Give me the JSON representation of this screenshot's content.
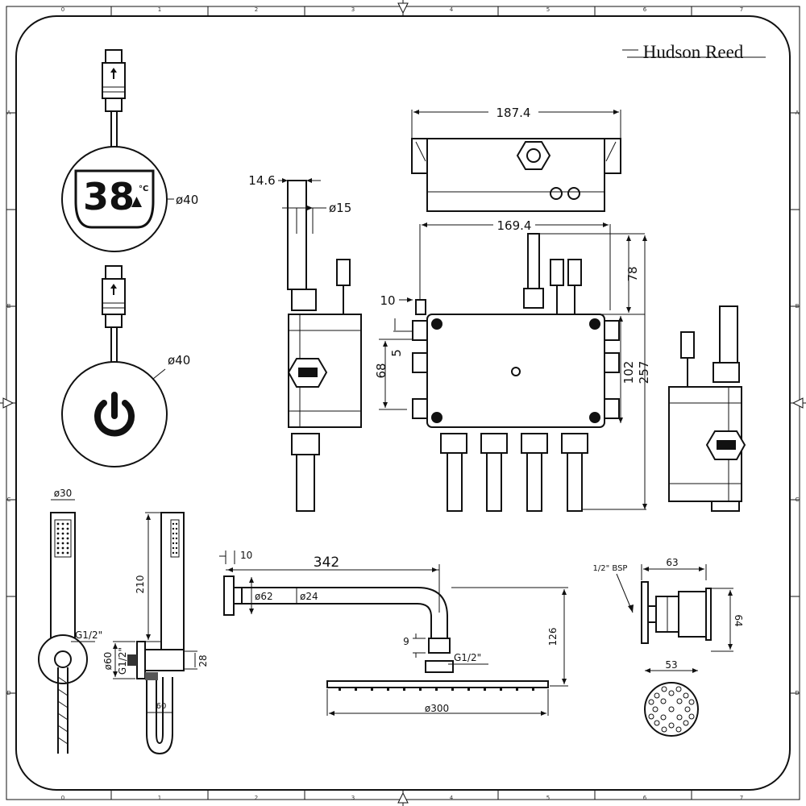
{
  "brand": "Hudson Reed",
  "grid": {
    "columns": [
      "0",
      "1",
      "2",
      "3",
      "4",
      "5",
      "6",
      "7"
    ],
    "rows": [
      "A",
      "B",
      "C",
      "D"
    ]
  },
  "controller_digital": {
    "temperature": "38",
    "unit": "°C",
    "diameter": "ø40"
  },
  "controller_power": {
    "diameter": "ø40"
  },
  "valve_top": {
    "width": "187.4"
  },
  "valve_front": {
    "width": "169.4",
    "top_height": "78",
    "body_height": "102",
    "total_height": "257",
    "offset": "10",
    "small": "5",
    "bracket_height": "68"
  },
  "valve_side": {
    "depth": "14.6",
    "pipe_diameter": "ø15"
  },
  "handset": {
    "head_diameter": "ø30",
    "thread": "G1/2\"",
    "length": "210",
    "outlet_diameter": "ø60",
    "outlet_thread": "G1/2\"",
    "outlet_depth": "28",
    "spacing": "60"
  },
  "arm": {
    "length": "342",
    "offset": "10",
    "flange": "ø62",
    "tube": "ø24",
    "drop": "126",
    "nut": "9",
    "thread": "G1/2\"",
    "head_diameter": "ø300"
  },
  "body_jet": {
    "thread": "1/2\" BSP",
    "width": "63",
    "height": "64",
    "face_diameter": "53"
  }
}
